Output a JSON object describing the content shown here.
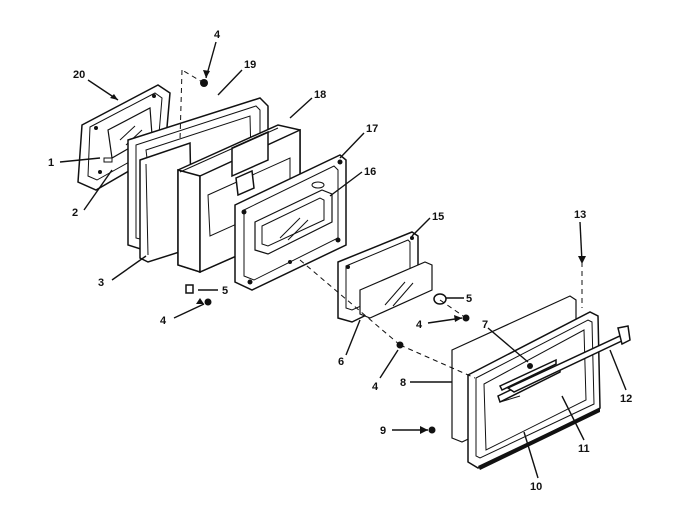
{
  "callouts": {
    "c1": "1",
    "c2": "2",
    "c3": "3",
    "c4a": "4",
    "c4b": "4",
    "c4c": "4",
    "c4d": "4",
    "c5a": "5",
    "c5b": "5",
    "c6": "6",
    "c7": "7",
    "c8": "8",
    "c9": "9",
    "c10": "10",
    "c11": "11",
    "c12": "12",
    "c13": "13",
    "c15": "15",
    "c16": "16",
    "c17": "17",
    "c18": "18",
    "c19": "19",
    "c20": "20"
  }
}
